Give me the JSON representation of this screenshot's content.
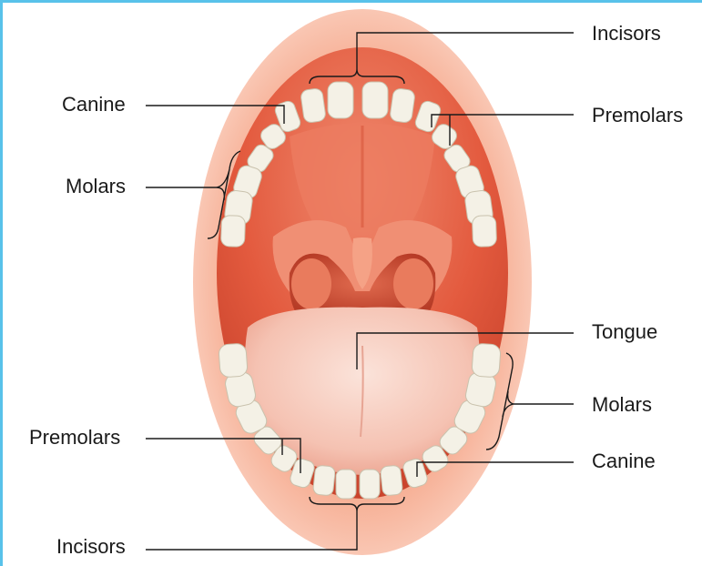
{
  "labels": {
    "incisors_upper": "Incisors",
    "canine_upper": "Canine",
    "premolars_upper": "Premolars",
    "molars_upper": "Molars",
    "tongue": "Tongue",
    "molars_lower": "Molars",
    "premolars_lower": "Premolars",
    "canine_lower": "Canine",
    "incisors_lower": "Incisors"
  },
  "colors": {
    "frame": "#58c2ea",
    "lips": "#f4a085",
    "mouth_interior": "#e2553a",
    "tongue": "#f6c3b5",
    "tooth": "#f4f1e6"
  }
}
